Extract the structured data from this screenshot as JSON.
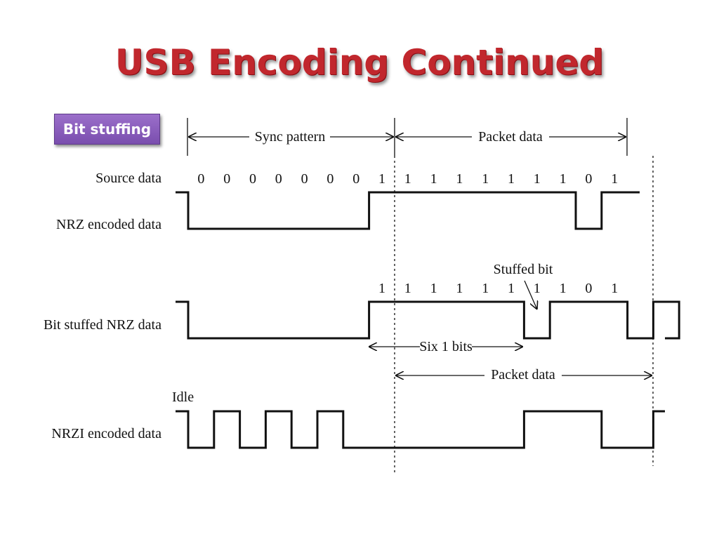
{
  "slide": {
    "title": "USB Encoding Continued",
    "badge": "Bit stuffing"
  },
  "labels": {
    "sync_pattern": "Sync pattern",
    "packet_data_top": "Packet data",
    "source_data": "Source data",
    "nrz_encoded": "NRZ encoded data",
    "stuffed_bit": "Stuffed bit",
    "bit_stuffed_nrz": "Bit stuffed NRZ data",
    "six_ones": "Six 1 bits",
    "packet_data_bottom": "Packet data",
    "idle": "Idle",
    "nrzi_encoded": "NRZI encoded data"
  },
  "source_bits": [
    "0",
    "0",
    "0",
    "0",
    "0",
    "0",
    "0",
    "1",
    "1",
    "1",
    "1",
    "1",
    "1",
    "1",
    "1",
    "0",
    "1"
  ],
  "stuffed_row_bits": [
    "1",
    "1",
    "1",
    "1",
    "1",
    "1",
    "1",
    "1",
    "0",
    "1"
  ],
  "nrz_levels": [
    0,
    0,
    0,
    0,
    0,
    0,
    0,
    1,
    1,
    1,
    1,
    1,
    1,
    1,
    1,
    0,
    1
  ],
  "stuffed_nrz_levels": [
    0,
    0,
    0,
    0,
    0,
    0,
    0,
    1,
    1,
    1,
    1,
    1,
    1,
    0,
    1,
    1,
    1,
    0,
    1,
    0
  ],
  "nrzi_levels": [
    0,
    1,
    0,
    1,
    0,
    1,
    0,
    0,
    0,
    0,
    0,
    0,
    0,
    1,
    1,
    1,
    0,
    0,
    1
  ]
}
